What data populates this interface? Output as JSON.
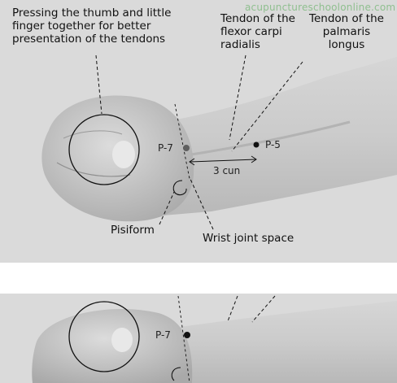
{
  "watermark": "acupunctureschoolonline.com",
  "annotations": {
    "thumb_note": [
      "Pressing the thumb and little",
      "finger together for better",
      "presentation of the tendons"
    ],
    "flexor": [
      "Tendon of the",
      "flexor carpi",
      "radialis"
    ],
    "palmaris": [
      "Tendon of the",
      "palmaris",
      "longus"
    ],
    "p5": "P-5",
    "p7": "P-7",
    "p7_lower": "P-7",
    "distance": "3 cun",
    "pisiform": "Pisiform",
    "wrist_space": "Wrist joint space"
  },
  "colors": {
    "background": "#ffffff",
    "photo_gray": "#d9d9d9",
    "skin": "#c9c9c9",
    "watermark": "#8fbf8f"
  }
}
